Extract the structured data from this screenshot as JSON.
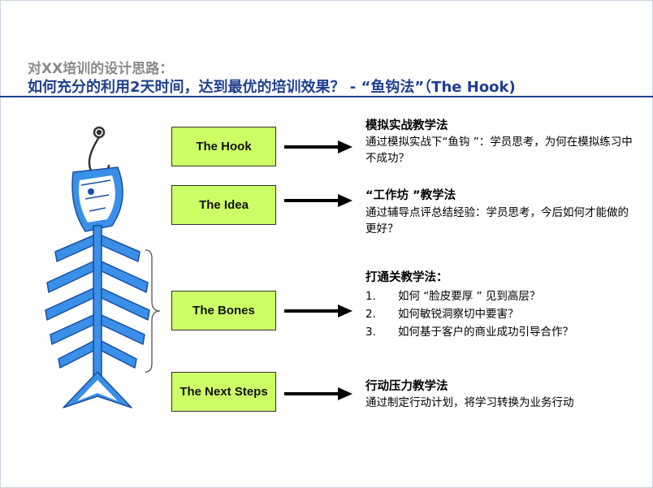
{
  "title": {
    "line1": "对XX培训的设计思路：",
    "line2": "如何充分的利用2天时间，达到最优的培训效果？ - “鱼钩法”（The Hook)"
  },
  "boxes": {
    "hook": "The Hook",
    "idea": "The Idea",
    "bones": "The Bones",
    "next": "The Next Steps"
  },
  "sections": {
    "hook": {
      "title": "模拟实战教学法",
      "body": "通过模拟实战下“鱼钩 ”：学员思考，为何在模拟练习中不成功？"
    },
    "idea": {
      "title": "“工作坊 ”教学法",
      "body": "通过辅导点评总结经验：学员思考，今后如何才能做的更好？"
    },
    "bones": {
      "title": "打通关教学法：",
      "items": [
        {
          "num": "1.",
          "text": "如何 “脸皮要厚 ” 见到高层？"
        },
        {
          "num": "2.",
          "text": "如何敏锐洞察切中要害？"
        },
        {
          "num": "3.",
          "text": "如何基于客户的商业成功引导合作？"
        }
      ]
    },
    "next": {
      "title": "行动压力教学法",
      "body": "通过制定行动计划，将学习转换为业务行动"
    }
  },
  "colors": {
    "accent": "#1f3f8f",
    "box_fill": "#ccff66",
    "fish_blue": "#3a8fe8"
  },
  "icons": {
    "fish": "fish-skeleton-icon",
    "arrow": "right-arrow-icon",
    "brace": "curly-brace-icon"
  }
}
